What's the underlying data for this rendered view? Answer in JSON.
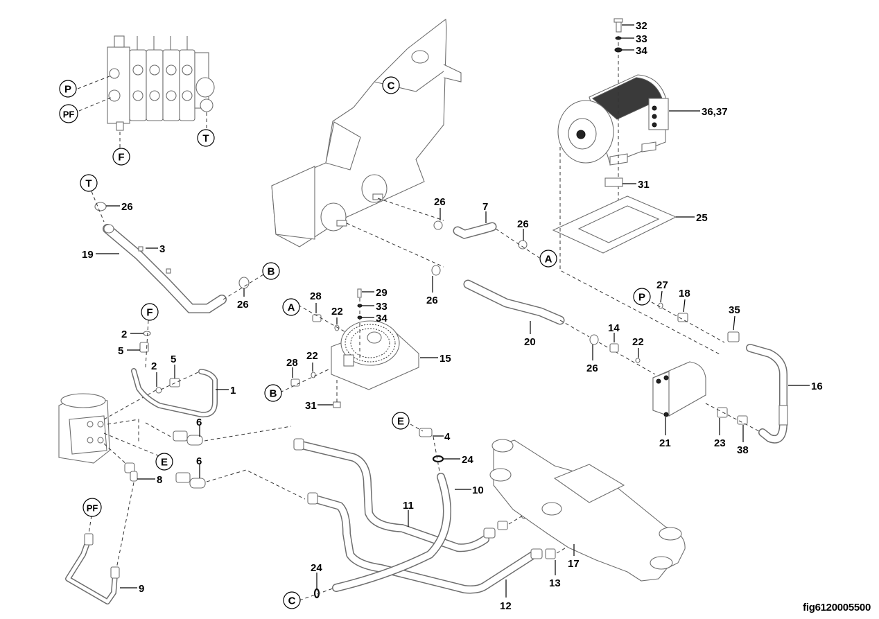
{
  "figure_id": "fig6120005500",
  "reference_markers": [
    "P",
    "PF",
    "F",
    "T",
    "C",
    "A",
    "B",
    "E"
  ],
  "callouts": {
    "c1": "1",
    "c2a": "2",
    "c2b": "2",
    "c3": "3",
    "c4": "4",
    "c5a": "5",
    "c5b": "5",
    "c6a": "6",
    "c6b": "6",
    "c7": "7",
    "c8": "8",
    "c9": "9",
    "c10": "10",
    "c11": "11",
    "c12": "12",
    "c13": "13",
    "c14": "14",
    "c15": "15",
    "c16": "16",
    "c17": "17",
    "c18": "18",
    "c19": "19",
    "c20": "20",
    "c21": "21",
    "c22a": "22",
    "c22b": "22",
    "c22c": "22",
    "c23": "23",
    "c24a": "24",
    "c24b": "24",
    "c25": "25",
    "c26a": "26",
    "c26b": "26",
    "c26c": "26",
    "c26d": "26",
    "c26e": "26",
    "c26f": "26",
    "c27": "27",
    "c28a": "28",
    "c28b": "28",
    "c29": "29",
    "c31a": "31",
    "c31b": "31",
    "c32": "32",
    "c33a": "33",
    "c33b": "33",
    "c34a": "34",
    "c34b": "34",
    "c35": "35",
    "c3637": "36,37",
    "c38": "38"
  },
  "refs": {
    "valve_P": "P",
    "valve_PF": "PF",
    "valve_F": "F",
    "valve_T": "T",
    "tank_C": "C",
    "hose19_T": "T",
    "hose19_B": "B",
    "cooler_A": "A",
    "cooler_B": "B",
    "hose7_A": "A",
    "pump_P": "P",
    "steer_F": "F",
    "steer_E": "E",
    "pipe9_PF": "PF",
    "fit4_E": "E",
    "hose10_C": "C"
  },
  "components": [
    "control-valve-block",
    "hydraulic-tank",
    "electric-motor",
    "motor-mounting-plate",
    "oil-cooler-fan",
    "gear-pump",
    "steering-unit",
    "axle-beam",
    "suction-hose-19",
    "hose-7",
    "hose-20",
    "pipe-1",
    "pipe-9",
    "hose-10",
    "hose-11",
    "hose-12",
    "pipe-16"
  ]
}
